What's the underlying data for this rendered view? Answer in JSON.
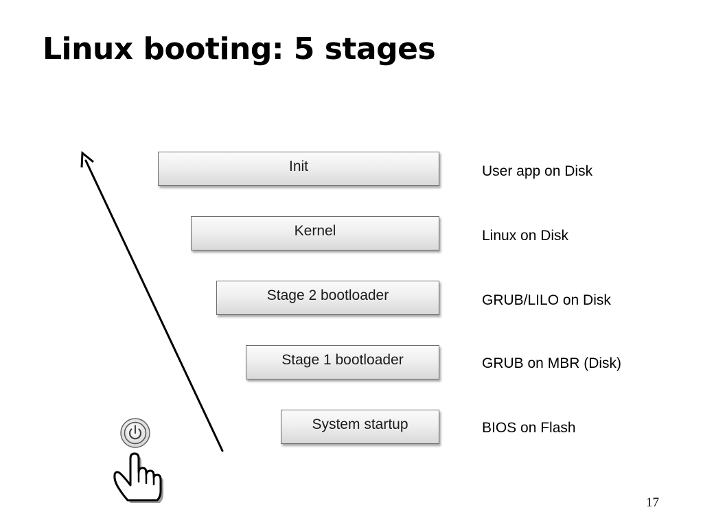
{
  "slide": {
    "title": "Linux booting: 5 stages",
    "page_number": "17"
  },
  "stages": [
    {
      "label": "Init",
      "description": "User app on Disk"
    },
    {
      "label": "Kernel",
      "description": "Linux on Disk"
    },
    {
      "label": "Stage 2 bootloader",
      "description": "GRUB/LILO on Disk"
    },
    {
      "label": "Stage 1 bootloader",
      "description": "GRUB on MBR (Disk)"
    },
    {
      "label": "System startup",
      "description": "BIOS on Flash"
    }
  ],
  "icons": {
    "power": "power-icon",
    "hand": "pointing-hand-icon",
    "arrow": "progression-arrow"
  }
}
